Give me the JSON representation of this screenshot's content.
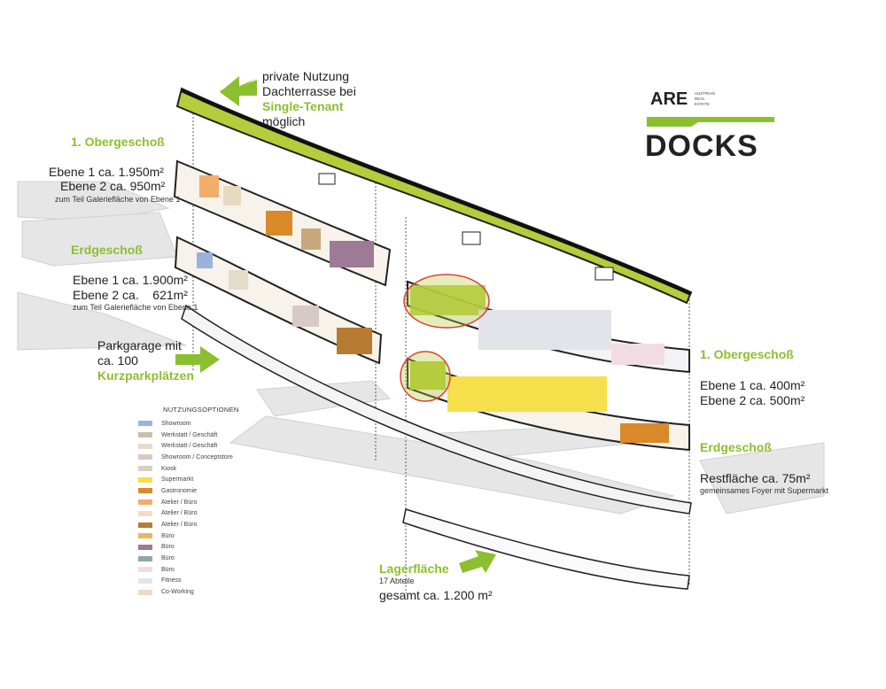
{
  "labels": {
    "roof_note": [
      "private Nutzung",
      "Dachterrasse bei"
    ],
    "roof_highlight": "Single-Tenant",
    "roof_note_end": "möglich",
    "left_og_title": "1. Obergeschoß",
    "left_og_ebene1": "Ebene 1 ca. 1.950m²",
    "left_og_ebene2": "Ebene 2 ca. 950m²",
    "left_og_note": "zum Teil Galeriefläche von Ebene 1",
    "left_eg_title": "Erdgeschoß",
    "left_eg_ebene1": "Ebene 1 ca. 1.900m²",
    "left_eg_ebene2": "Ebene 2 ca.    621m²",
    "left_eg_note": "zum Teil Galeriefläche von Ebene 1",
    "garage_line1": "Parkgarage mit",
    "garage_line2": "ca. 100",
    "garage_highlight": "Kurzparkplätzen",
    "right_og_title": "1. Obergeschoß",
    "right_og_ebene1": "Ebene 1 ca. 400m²",
    "right_og_ebene2": "Ebene 2 ca. 500m²",
    "right_eg_title": "Erdgeschoß",
    "right_eg_rest": "Restfläche ca. 75m²",
    "right_eg_note": "gemeinsames Foyer mit Supermarkt",
    "storage_title": "Lagerfläche",
    "storage_sub": "17 Abteile",
    "storage_total": "gesamt ca. 1.200 m²"
  },
  "logo": {
    "brand": "ARE",
    "brand_sub": [
      "AUSTRIAN",
      "REAL",
      "ESTATE"
    ],
    "name": "DOCKS"
  },
  "legend": {
    "title": "NUTZUNGSOPTIONEN",
    "items": [
      {
        "label": "Showroom",
        "color": "#9bb3dc"
      },
      {
        "label": "Werkstatt / Geschäft",
        "color": "#c9c1a8"
      },
      {
        "label": "Werkstatt / Geschäft",
        "color": "#e3dccb"
      },
      {
        "label": "Showroom / Conceptstore",
        "color": "#d8c9c6"
      },
      {
        "label": "Kiosk",
        "color": "#d4d0c6"
      },
      {
        "label": "Supermarkt",
        "color": "#f5df4b"
      },
      {
        "label": "Gastronomie",
        "color": "#d9892a"
      },
      {
        "label": "Atelier / Büro",
        "color": "#f0ad6b"
      },
      {
        "label": "Atelier / Büro",
        "color": "#f4dcc5"
      },
      {
        "label": "Atelier / Büro",
        "color": "#b77b33"
      },
      {
        "label": "Büro",
        "color": "#e8b95f"
      },
      {
        "label": "Büro",
        "color": "#9d7a96"
      },
      {
        "label": "Büro",
        "color": "#8fa7a8"
      },
      {
        "label": "Büro",
        "color": "#f1dce4"
      },
      {
        "label": "Fitness",
        "color": "#e3e3ea"
      },
      {
        "label": "Co-Working",
        "color": "#ecd9c6"
      }
    ]
  },
  "colors": {
    "accent_green": "#8cbf2f",
    "highlight_red": "#d9443a",
    "dark": "#222222"
  }
}
